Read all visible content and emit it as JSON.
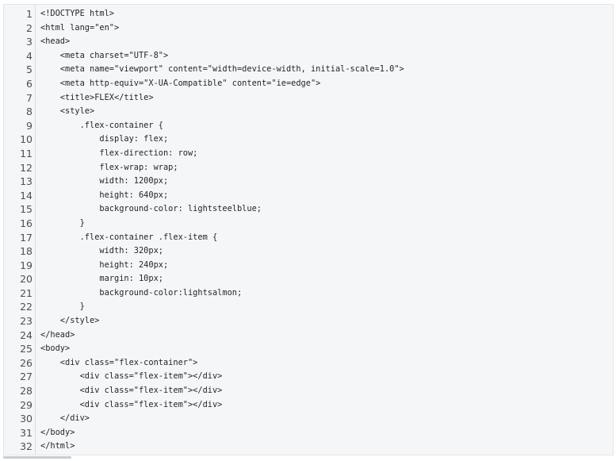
{
  "editor": {
    "lines": [
      {
        "n": "1",
        "text": "<!DOCTYPE html>"
      },
      {
        "n": "2",
        "text": "<html lang=\"en\">"
      },
      {
        "n": "3",
        "text": "<head>"
      },
      {
        "n": "4",
        "text": "    <meta charset=\"UTF-8\">"
      },
      {
        "n": "5",
        "text": "    <meta name=\"viewport\" content=\"width=device-width, initial-scale=1.0\">"
      },
      {
        "n": "6",
        "text": "    <meta http-equiv=\"X-UA-Compatible\" content=\"ie=edge\">"
      },
      {
        "n": "7",
        "text": "    <title>FLEX</title>"
      },
      {
        "n": "8",
        "text": "    <style>"
      },
      {
        "n": "9",
        "text": "        .flex-container {"
      },
      {
        "n": "10",
        "text": "            display: flex;"
      },
      {
        "n": "11",
        "text": "            flex-direction: row;"
      },
      {
        "n": "12",
        "text": "            flex-wrap: wrap;"
      },
      {
        "n": "13",
        "text": "            width: 1200px;"
      },
      {
        "n": "14",
        "text": "            height: 640px;"
      },
      {
        "n": "15",
        "text": "            background-color: lightsteelblue;"
      },
      {
        "n": "16",
        "text": "        }"
      },
      {
        "n": "17",
        "text": "        .flex-container .flex-item {"
      },
      {
        "n": "18",
        "text": "            width: 320px;"
      },
      {
        "n": "19",
        "text": "            height: 240px;"
      },
      {
        "n": "20",
        "text": "            margin: 10px;"
      },
      {
        "n": "21",
        "text": "            background-color:lightsalmon;"
      },
      {
        "n": "22",
        "text": "        }"
      },
      {
        "n": "23",
        "text": "    </style>"
      },
      {
        "n": "24",
        "text": "</head>"
      },
      {
        "n": "25",
        "text": "<body>"
      },
      {
        "n": "26",
        "text": "    <div class=\"flex-container\">"
      },
      {
        "n": "27",
        "text": "        <div class=\"flex-item\"></div>"
      },
      {
        "n": "28",
        "text": "        <div class=\"flex-item\"></div>"
      },
      {
        "n": "29",
        "text": "        <div class=\"flex-item\"></div>"
      },
      {
        "n": "30",
        "text": "    </div>"
      },
      {
        "n": "31",
        "text": "</body>"
      },
      {
        "n": "32",
        "text": "</html>"
      }
    ]
  }
}
